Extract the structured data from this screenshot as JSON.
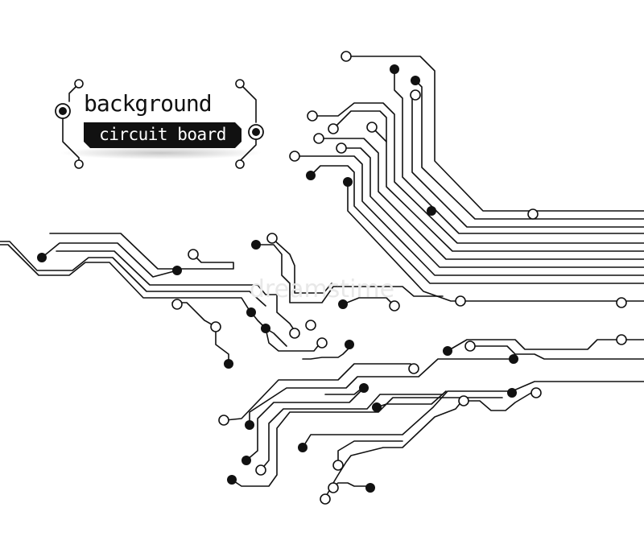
{
  "badge": {
    "title": "background",
    "subtitle": "circuit board"
  },
  "watermark": "dreamstime",
  "colors": {
    "trace": "#111111",
    "background": "#ffffff",
    "label_fill": "#111111"
  }
}
